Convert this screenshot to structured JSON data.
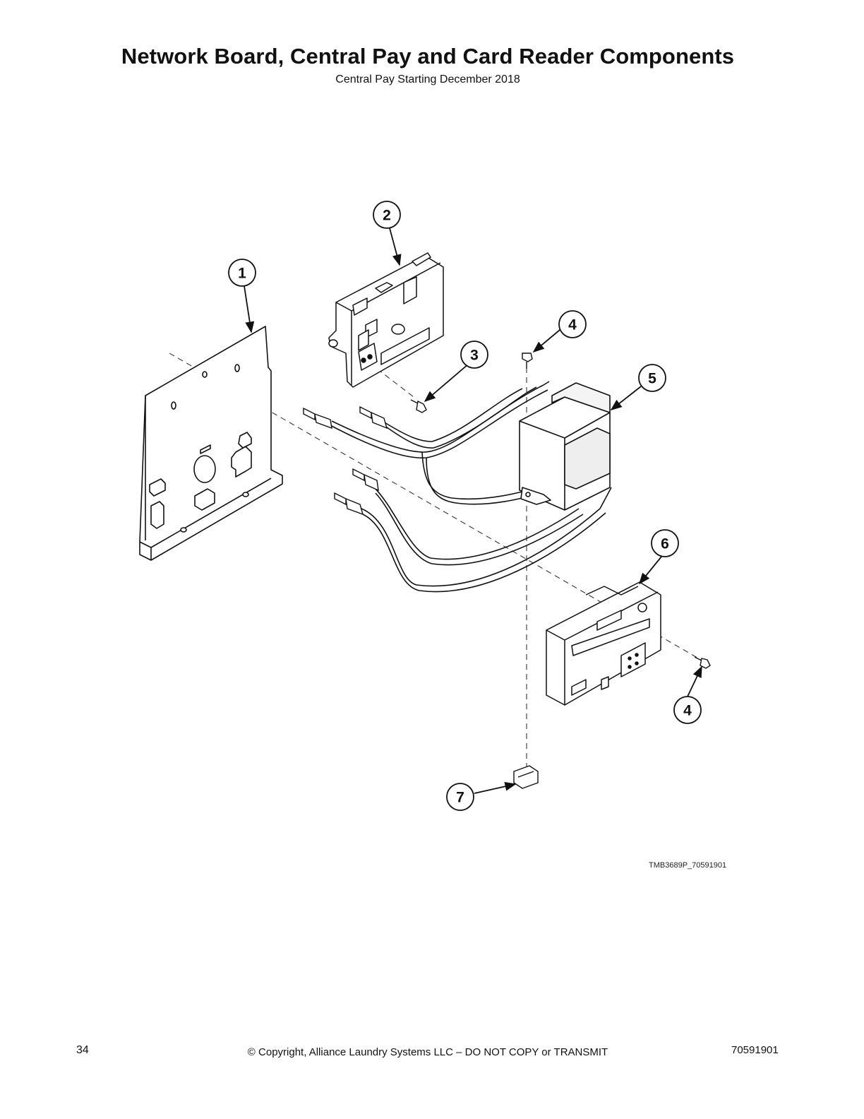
{
  "header": {
    "title": "Network Board, Central Pay and Card Reader Components",
    "subtitle": "Central Pay Starting December 2018"
  },
  "callouts": [
    "1",
    "2",
    "3",
    "4",
    "5",
    "6",
    "4",
    "7"
  ],
  "drawing_number": "TMB3689P_70591901",
  "footer": {
    "page_number": "34",
    "copyright": "© Copyright, Alliance Laundry Systems LLC – DO NOT COPY or TRANSMIT",
    "doc_number": "70591901"
  }
}
